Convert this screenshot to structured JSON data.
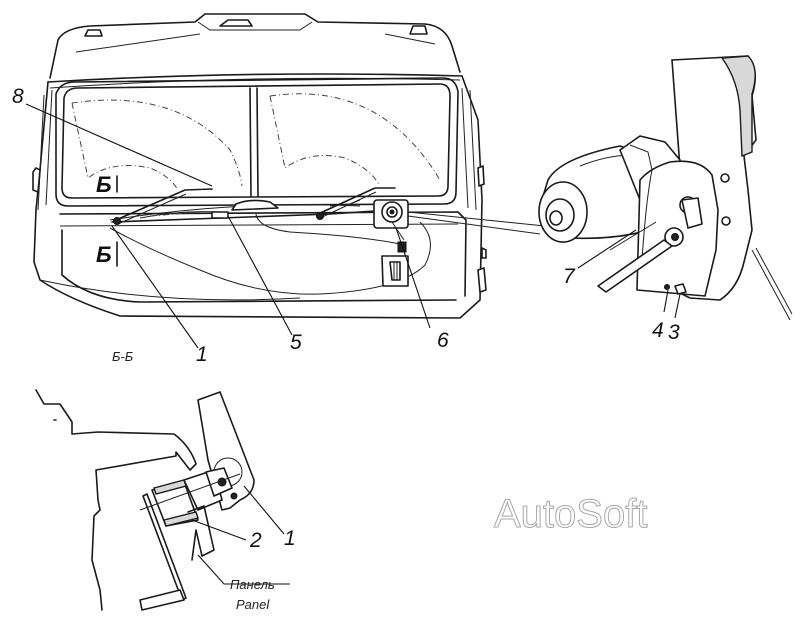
{
  "diagram": {
    "callouts": {
      "c1": "1",
      "c2": "2",
      "c3": "3",
      "c4": "4",
      "c5": "5",
      "c6": "6",
      "c7": "7",
      "c8": "8",
      "c1_section": "1"
    },
    "section_marks": {
      "upper": "Б",
      "lower": "Б"
    },
    "section_title": "Б-Б",
    "panel_label_ru": "Панель",
    "panel_label_en": "Panel",
    "watermark": "AutoSoft"
  }
}
